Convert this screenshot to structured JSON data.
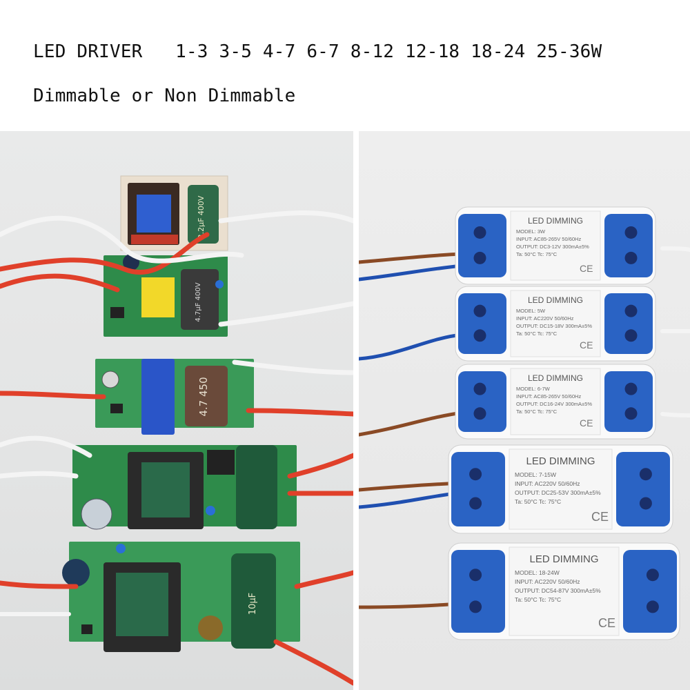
{
  "header": {
    "line1": "LED DRIVER   1-3 3-5 4-7 6-7 8-12 12-18 18-24 25-36W",
    "line2": "Dimmable or Non Dimmable"
  },
  "left_photo": {
    "capacitors": [
      {
        "value": "2.2µF 400V"
      },
      {
        "value": "4.7µF 400V"
      },
      {
        "value": "4.7 450"
      },
      {
        "value": "10µF"
      }
    ]
  },
  "right_photo": {
    "modules": [
      {
        "brand": "LED DIMMING",
        "model": "MODEL: 3W",
        "input": "INPUT: AC85-265V 50/60Hz",
        "output": "OUTPUT: DC3-12V 300mA±5%",
        "temp": "Ta: 50°C  Tc: 75°C"
      },
      {
        "brand": "LED DIMMING",
        "model": "MODEL: 5W",
        "input": "INPUT: AC220V 50/60Hz",
        "output": "OUTPUT: DC15-18V 300mA±5%",
        "temp": "Ta: 50°C  Tc: 75°C"
      },
      {
        "brand": "LED DIMMING",
        "model": "MODEL: 6-7W",
        "input": "INPUT: AC85-265V 50/60Hz",
        "output": "OUTPUT: DC16-24V 300mA±5%",
        "temp": "Ta: 50°C  Tc: 75°C"
      },
      {
        "brand": "LED DIMMING",
        "model": "MODEL: 7-15W",
        "input": "INPUT: AC220V 50/60Hz",
        "output": "OUTPUT: DC25-53V 300mA±5%",
        "temp": "Ta: 50°C  Tc: 75°C"
      },
      {
        "brand": "LED DIMMING",
        "model": "MODEL: 18-24W",
        "input": "INPUT: AC220V 50/60Hz",
        "output": "OUTPUT: DC54-87V 300mA±5%",
        "temp": "Ta: 50°C  Tc: 75°C"
      }
    ],
    "ce_mark": "CE"
  },
  "colors": {
    "pcb": "#2e8b4a",
    "wire_red": "#e0402a",
    "wire_white": "#f4f4f4",
    "wire_blue": "#1f4fb0",
    "wire_brown": "#8a4a25",
    "case_blue": "#2a63c4",
    "case_white": "#f6f6f6"
  }
}
